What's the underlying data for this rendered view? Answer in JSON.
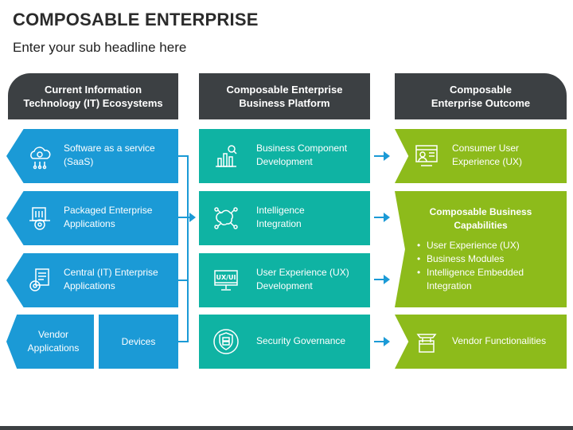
{
  "title": "COMPOSABLE ENTERPRISE",
  "subtitle": "Enter your sub headline here",
  "columns": {
    "left": {
      "line1": "Current Information",
      "line2": "Technology (IT) Ecosystems"
    },
    "middle": {
      "line1": "Composable Enterprise",
      "line2": "Business Platform"
    },
    "right": {
      "line1": "Composable",
      "line2": "Enterprise Outcome"
    }
  },
  "left_items": [
    {
      "line1": "Software as a service",
      "line2": "(SaaS)",
      "icon": "cloud-gear-icon"
    },
    {
      "line1": "Packaged Enterprise",
      "line2": "Applications",
      "icon": "building-gear-icon"
    },
    {
      "line1": "Central (IT) Enterprise",
      "line2": "Applications",
      "icon": "document-gear-icon"
    }
  ],
  "left_bottom": {
    "vendor": {
      "line1": "Vendor",
      "line2": "Applications"
    },
    "devices": "Devices"
  },
  "middle_items": [
    {
      "line1": "Business Component",
      "line2": "Development",
      "icon": "chart-search-icon"
    },
    {
      "line1": "Intelligence",
      "line2": "Integration",
      "icon": "brain-network-icon"
    },
    {
      "line1": "User Experience (UX)",
      "line2": "Development",
      "icon": "ux-ui-monitor-icon"
    },
    {
      "line1": "Security Governance",
      "line2": "",
      "icon": "shield-server-icon"
    }
  ],
  "ux_ui_text": "UX/UI",
  "right_items": {
    "consumer": {
      "line1": "Consumer User",
      "line2": "Experience (UX)",
      "icon": "user-browser-icon"
    },
    "capabilities": {
      "title_line1": "Composable Business",
      "title_line2": "Capabilities",
      "bullets": [
        "User Experience (UX)",
        "Business Modules",
        "Intelligence Embedded",
        "Integration"
      ]
    },
    "vendor": {
      "line1": "Vendor Functionalities",
      "icon": "calendar-toolbox-icon"
    }
  },
  "colors": {
    "blue": "#1b9ad6",
    "teal": "#0fb3a3",
    "green": "#8dbb1b",
    "header": "#3c4043"
  }
}
